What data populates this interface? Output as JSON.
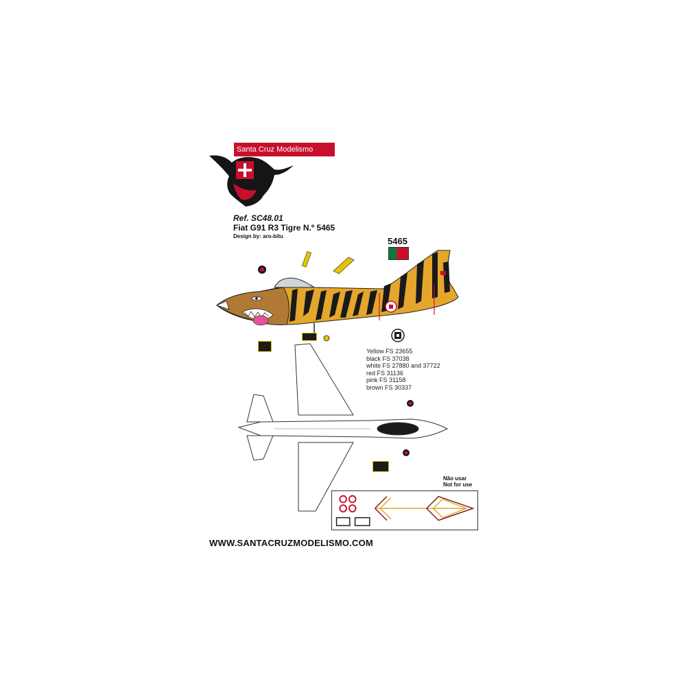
{
  "brand": {
    "name": "Santa Cruz Modelismo"
  },
  "ref": "Ref. SC48.01",
  "model": "Fiat G91 R3  Tigre N.º 5465",
  "design_credit": "Design by: aro-bitu",
  "serial_number": "5465",
  "colors": [
    "Yellow  FS 23655",
    "black FS 37038",
    "white FS 27880 and 37722",
    "red FS 31136",
    "pink FS 31158",
    "brown FS 30337"
  ],
  "not_for_use": {
    "pt": "Não usar",
    "en": "Not for use"
  },
  "website": "WWW.SANTACRUZMODELISMO.COM",
  "palette": {
    "tiger_yellow": "#e4a62c",
    "tiger_black": "#1a1a1a",
    "nose_brown": "#b07a35",
    "brand_red": "#c8102e",
    "flag_green": "#0a7a3a"
  }
}
